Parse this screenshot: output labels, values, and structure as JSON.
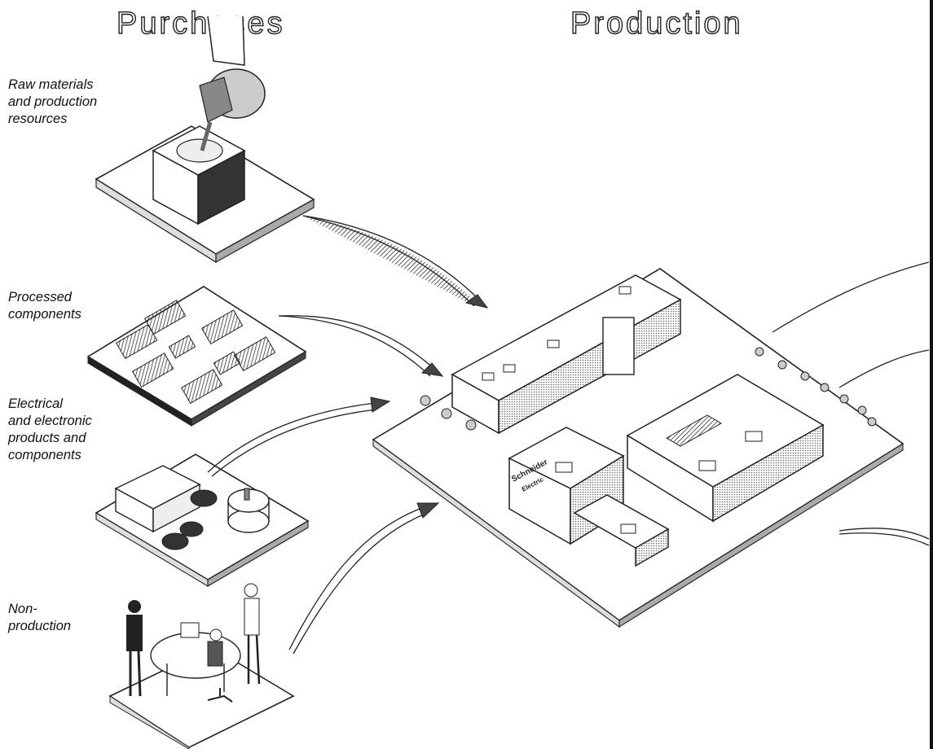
{
  "headings": {
    "left": "Purchases",
    "right": "Production"
  },
  "categories": [
    {
      "id": "raw",
      "label": "Raw materials\nand production\nresources"
    },
    {
      "id": "processed",
      "label": "Processed\ncomponents"
    },
    {
      "id": "electrical",
      "label": "Electrical\nand electronic\nproducts and\ncomponents"
    },
    {
      "id": "nonprod",
      "label": "Non-\nproduction"
    }
  ],
  "factory": {
    "logo_line1": "Schneider",
    "logo_line2": "Electric"
  },
  "icons": {
    "raw": "ladle-pouring-icon",
    "processed": "circuit-board-icon",
    "electrical": "electrical-components-icon",
    "nonprod": "office-meeting-icon",
    "factory": "factory-icon"
  },
  "colors": {
    "line": "#222222",
    "background": "#ffffff",
    "shade": "#555555"
  }
}
